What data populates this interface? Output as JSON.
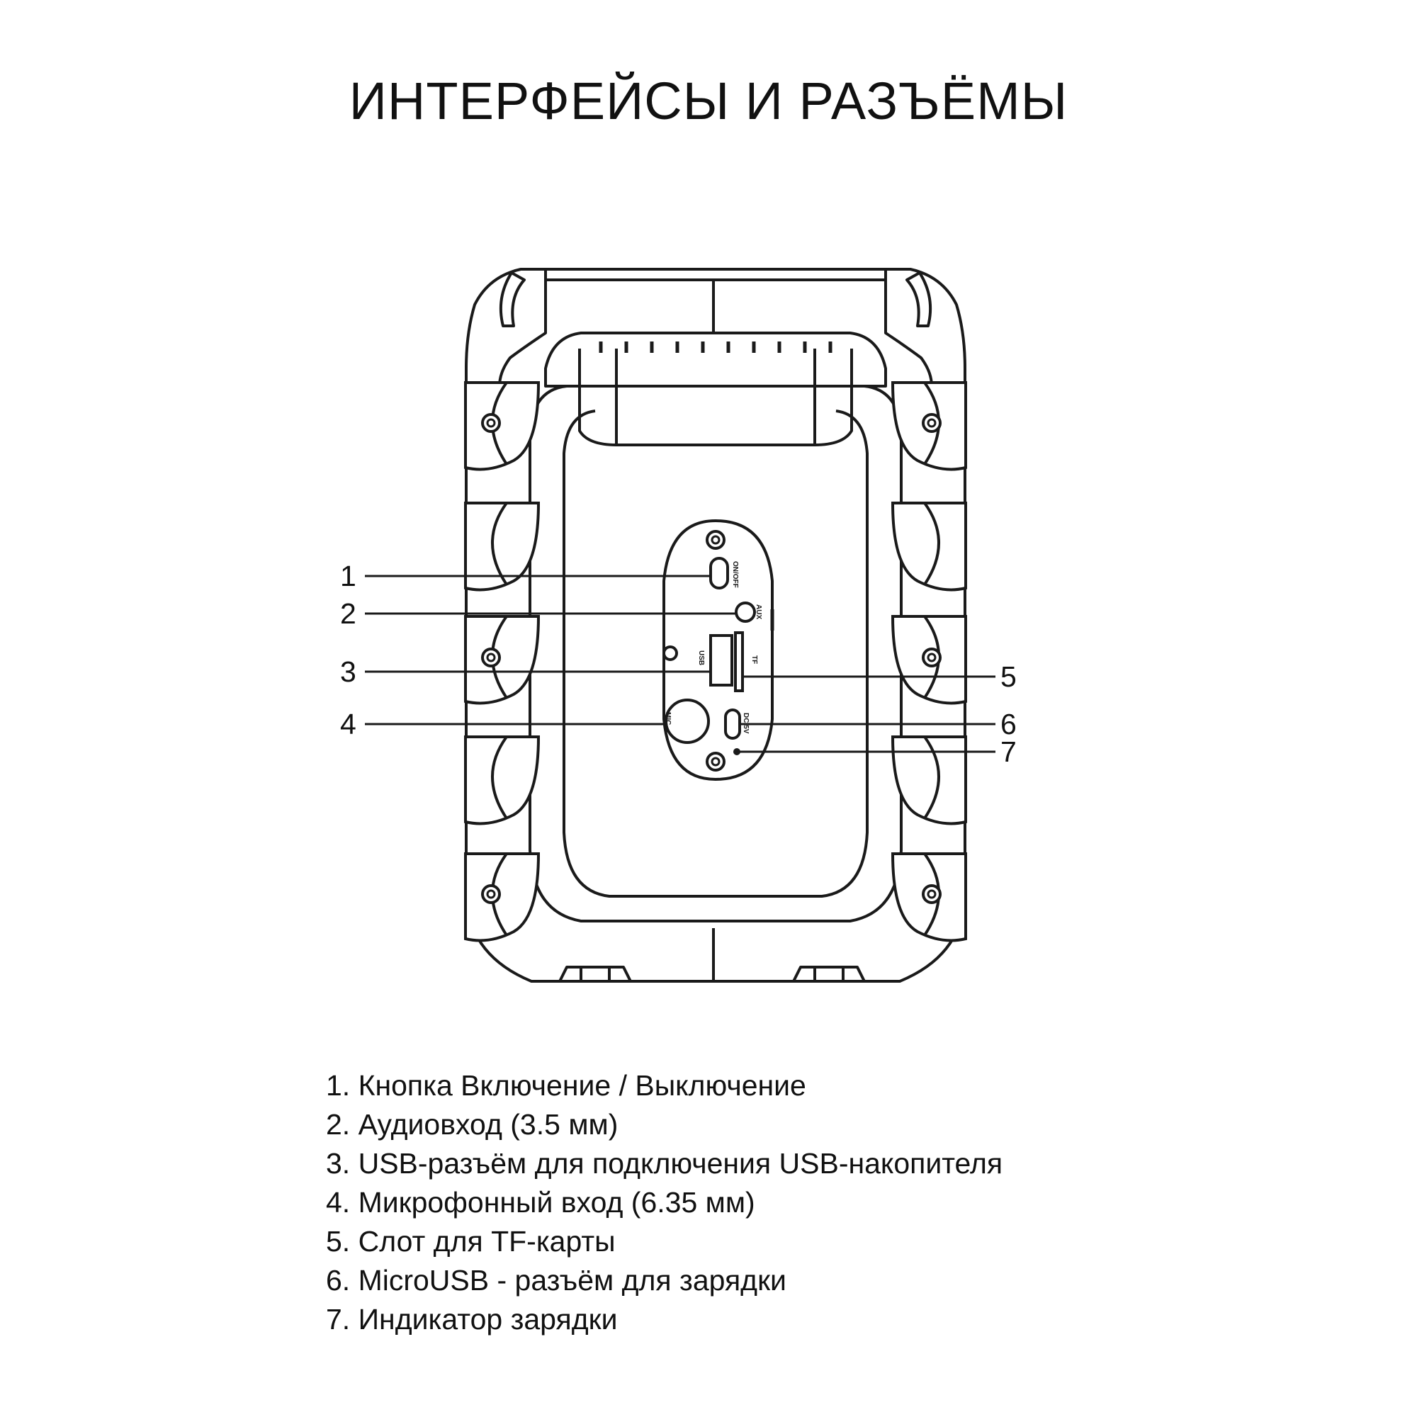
{
  "title": "ИНТЕРФЕЙСЫ И РАЗЪЁМЫ",
  "panel_labels": {
    "on_off": "ON/OFF",
    "aux": "AUX",
    "usb": "USB",
    "tf": "TF",
    "mic": "MIC",
    "dc": "DC/5V"
  },
  "callouts": [
    "1",
    "2",
    "3",
    "4",
    "5",
    "6",
    "7"
  ],
  "legend": [
    "1. Кнопка Включение / Выключение",
    "2. Аудиовход (3.5 мм)",
    "3. USB-разъём для подключения USB-накопителя",
    "4. Микрофонный вход (6.35 мм)",
    "5. Слот для TF-карты",
    "6. MicroUSB - разъём для зарядки",
    "7. Индикатор зарядки"
  ],
  "colors": {
    "line": "#1a1a1a",
    "background": "#ffffff"
  }
}
